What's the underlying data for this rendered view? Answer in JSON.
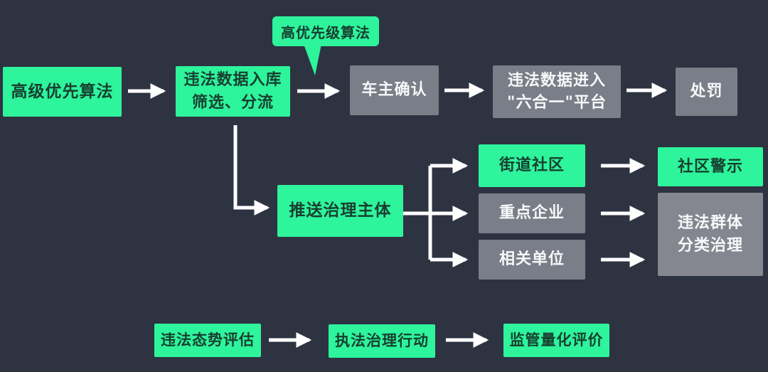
{
  "diagram": {
    "title_hint": "traffic-violation data governance flowchart",
    "colors": {
      "background": "#2e3341",
      "green_node": "#2ef49c",
      "gray_node": "#7a7e88",
      "gray_node_large": "#84878f",
      "text_on_green": "#173f30",
      "text_on_gray": "#f7f8fa",
      "arrow": "#ffffff"
    },
    "callout": {
      "label": "高优先级算法"
    },
    "nodes": {
      "advanced_priority_algo": {
        "label": "高级优先算法"
      },
      "data_intake": {
        "line1": "违法数据入库",
        "line2": "筛选、分流"
      },
      "owner_confirm": {
        "label": "车主确认"
      },
      "platform": {
        "line1": "违法数据进入",
        "line2": "\"六合一\"平台"
      },
      "punish": {
        "label": "处罚"
      },
      "push_subject": {
        "label": "推送治理主体"
      },
      "street_community": {
        "label": "街道社区"
      },
      "key_enterprise": {
        "label": "重点企业"
      },
      "related_unit": {
        "label": "相关单位"
      },
      "community_warning": {
        "label": "社区警示"
      },
      "group_governance": {
        "line1": "违法群体",
        "line2": "分类治理"
      },
      "situation_assess": {
        "label": "违法态势评估"
      },
      "enforcement_action": {
        "label": "执法治理行动"
      },
      "quantitative_eval": {
        "label": "监管量化评价"
      }
    }
  }
}
